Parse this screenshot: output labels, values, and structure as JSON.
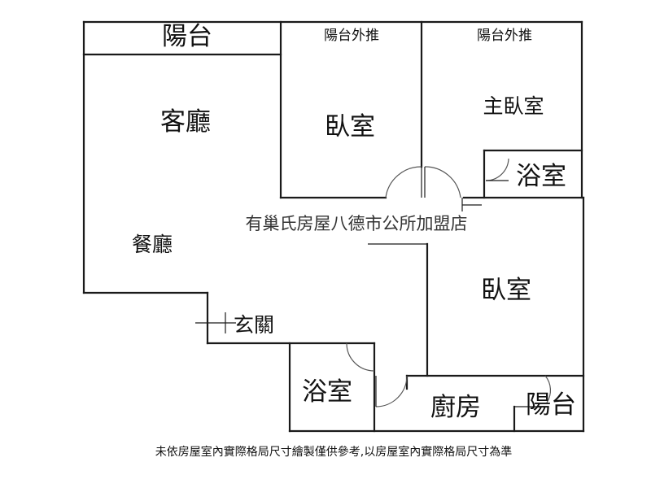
{
  "rooms": {
    "balcony_top": "陽台",
    "living_room": "客廳",
    "bedroom_1": "臥室",
    "balcony_out_1": "陽台外推",
    "balcony_out_2": "陽台外推",
    "master_bedroom": "主臥室",
    "bath_master": "浴室",
    "dining_room": "餐廳",
    "bedroom_2": "臥室",
    "entrance": "玄關",
    "bath_2": "浴室",
    "kitchen": "廚房",
    "balcony_kitchen": "陽台"
  },
  "watermark": "有巢氏房屋八德市公所加盟店",
  "footer_note": "未依房屋室內實際格局尺寸繪製僅供參考,以房屋室內實際格局尺寸為準",
  "colors": {
    "wall": "#1a1a1a",
    "background": "#ffffff"
  }
}
